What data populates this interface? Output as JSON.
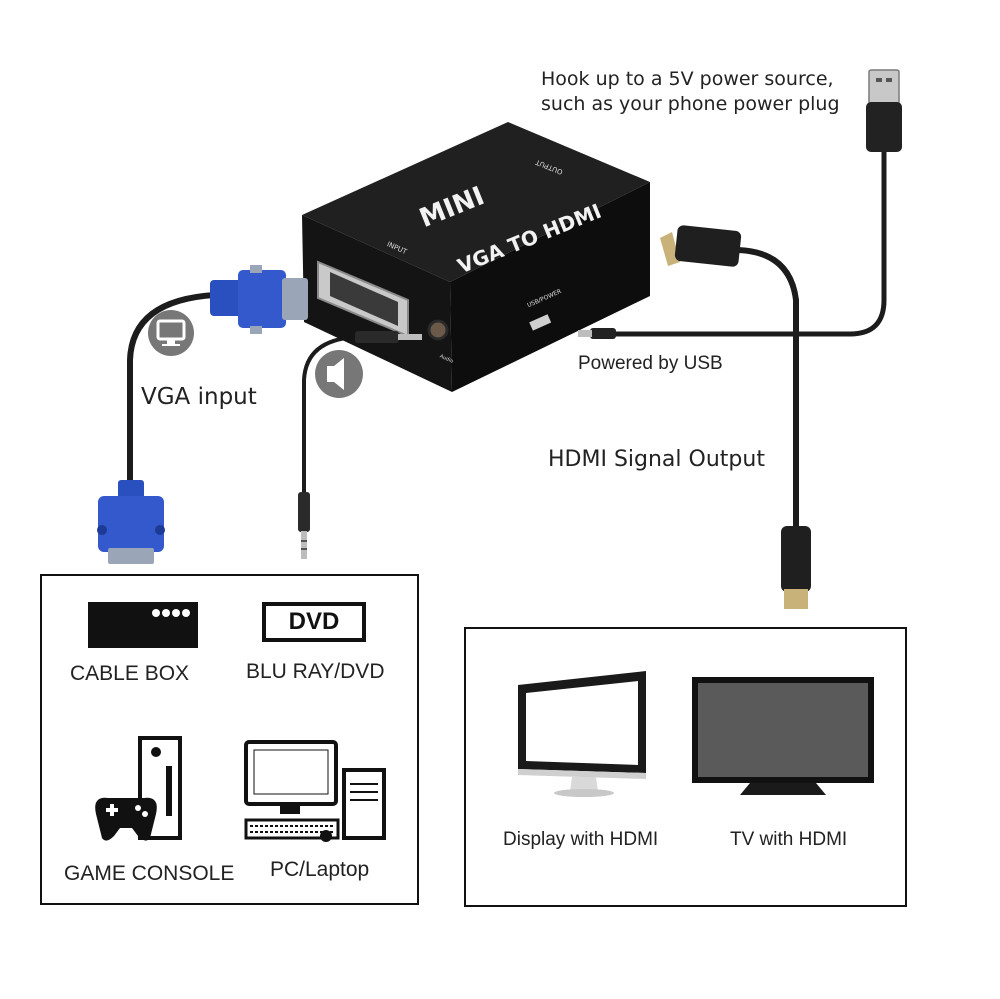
{
  "adapter": {
    "mini_text": "MINI",
    "model_text": "VGA TO HDMI",
    "input_text": "INPUT",
    "output_text": "OUTPUT",
    "usb_text": "USB/POWER",
    "audio_text": "Audio"
  },
  "annotations": {
    "power_note_line1": "Hook up to a 5V power source,",
    "power_note_line2": "such as your phone power plug",
    "powered_by_usb": "Powered by USB",
    "vga_input": "VGA input",
    "hdmi_output": "HDMI Signal Output"
  },
  "source_devices": {
    "cable_box": "CABLE BOX",
    "dvd_badge": "DVD",
    "bluray": "BLU RAY/DVD",
    "game_console": "GAME CONSOLE",
    "pc": "PC/Laptop"
  },
  "output_devices": {
    "display": "Display with HDMI",
    "tv": "TV with HDMI"
  },
  "colors": {
    "adapter_body": "#1b1b1b",
    "vga_blue": "#2a4fbf",
    "cable": "#1c1c1c",
    "icon_grey": "#777777"
  }
}
